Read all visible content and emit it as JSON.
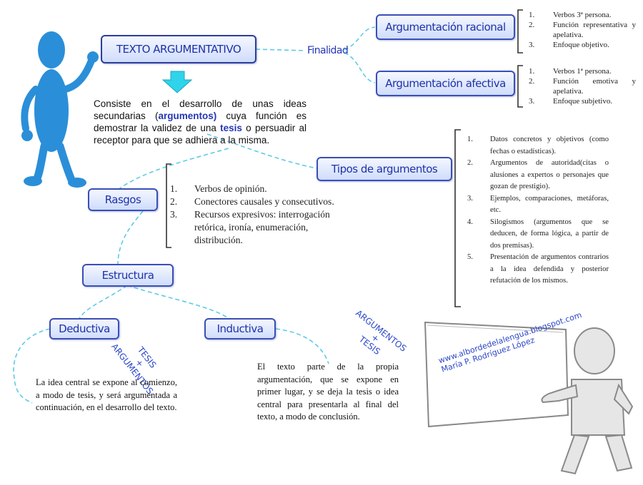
{
  "colors": {
    "accent": "#2436b4",
    "box_border": "#3a4fb8",
    "connector": "#5ccbe6",
    "figure": "#2a8fd8",
    "arrow": "#2fd3ea"
  },
  "title_box": {
    "label": "TEXTO ARGUMENTATIVO"
  },
  "intro": {
    "part1": "Consiste en el desarrollo de unas ideas secundarias (",
    "argumentos": "argumentos)",
    "part2": " cuya función es demostrar la validez de una ",
    "tesis": "tesis",
    "part3": " o persuadir al receptor para que se adhiera a la misma."
  },
  "finalidad": {
    "label": "Finalidad",
    "racional": {
      "label": "Argumentación racional",
      "items": [
        {
          "n": "1.",
          "text": "Verbos 3ª persona."
        },
        {
          "n": "2.",
          "text": "Función representativa y apelativa."
        },
        {
          "n": "3.",
          "text": "Enfoque objetivo."
        }
      ]
    },
    "afectiva": {
      "label": "Argumentación afectiva",
      "items": [
        {
          "n": "1.",
          "text": "Verbos 1ª persona."
        },
        {
          "n": "2.",
          "text": "Función emotiva y apelativa."
        },
        {
          "n": "3.",
          "text": "Enfoque subjetivo."
        }
      ]
    }
  },
  "rasgos": {
    "label": "Rasgos",
    "items": [
      {
        "n": "1.",
        "text": "Verbos de opinión."
      },
      {
        "n": "2.",
        "text": "Conectores causales y consecutivos."
      },
      {
        "n": "3.",
        "text": "Recursos expresivos: interrogación retórica, ironía, enumeración, distribución."
      }
    ]
  },
  "tipos": {
    "label": "Tipos de argumentos",
    "items": [
      {
        "n": "1.",
        "text": "Datos concretos y objetivos (como fechas o estadísticas)."
      },
      {
        "n": "2.",
        "text": "Argumentos de autoridad(citas o alusiones a expertos o personajes que gozan de prestigio)."
      },
      {
        "n": "3.",
        "text": "Ejemplos, comparaciones, metáforas, etc."
      },
      {
        "n": "4.",
        "text": "Silogismos (argumentos que se deducen, de forma lógica, a partir de dos premisas)."
      },
      {
        "n": "5.",
        "text": "Presentación de argumentos contrarios a la idea defendida y posterior refutación de los mismos."
      }
    ]
  },
  "estructura": {
    "label": "Estructura",
    "deductiva": {
      "label": "Deductiva",
      "tag_top": "TESIS",
      "tag_mid": "+",
      "tag_bottom": "ARGUMENTOS",
      "description": "La idea central se expone al comienzo, a modo de tesis, y será argumentada a continuación, en el desarrollo del texto."
    },
    "inductiva": {
      "label": "Inductiva",
      "tag_top": "ARGUMENTOS",
      "tag_mid": "+",
      "tag_bottom": "TESIS",
      "description": "El texto parte de la propia argumentación, que se expone en primer lugar, y se deja la tesis o idea central para presentarla al final del texto, a modo de conclusión."
    }
  },
  "watermark": {
    "line1": "www.albordedelalengua.blogspot.com",
    "line2": "María P. Rodríguez López"
  }
}
